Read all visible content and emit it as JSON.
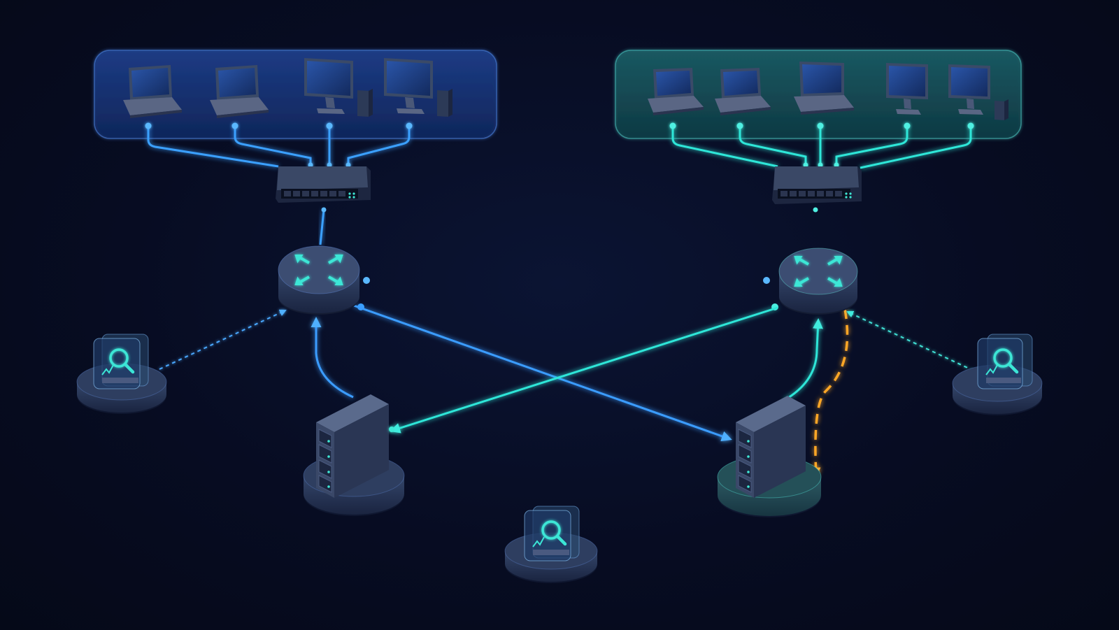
{
  "colors": {
    "background": "#070c22",
    "blue_link": "#3aa0ff",
    "cyan_link": "#2ee6d8",
    "failover_link": "#ffa726",
    "group_left_fill": "#1a3a7a",
    "group_right_fill": "#16565e",
    "device_body": "#2c3a57",
    "screen": "#1b3a7c",
    "accent_icon": "#38e8d2"
  },
  "icons": {
    "router": "router-arrows-icon",
    "switch": "ethernet-switch-icon",
    "server": "server-rack-icon",
    "monitor": "magnifier-analytics-icon",
    "laptop": "laptop-icon",
    "desktop": "desktop-monitor-icon"
  },
  "groups": [
    {
      "id": "lan-left",
      "devices": [
        "laptop",
        "laptop",
        "desktop",
        "desktop"
      ]
    },
    {
      "id": "lan-right",
      "devices": [
        "laptop",
        "laptop",
        "laptop",
        "desktop",
        "desktop"
      ]
    }
  ],
  "nodes": {
    "switches": [
      "switch-left",
      "switch-right"
    ],
    "routers": [
      "router-left",
      "router-right"
    ],
    "servers": [
      "server-left",
      "server-right"
    ],
    "monitors": [
      "monitor-left",
      "monitor-right",
      "monitor-bottom"
    ]
  },
  "links": [
    {
      "from": "router-left",
      "to": "router-right",
      "style": "solid",
      "color": "blue"
    },
    {
      "from": "router-left",
      "to": "router-right",
      "style": "dashed",
      "color": "orange"
    },
    {
      "from": "router-left",
      "to": "server-right",
      "style": "solid",
      "color": "blue"
    },
    {
      "from": "router-right",
      "to": "server-left",
      "style": "solid",
      "color": "cyan"
    },
    {
      "from": "server-left",
      "to": "router-left",
      "style": "solid",
      "color": "blue"
    },
    {
      "from": "server-right",
      "to": "router-right",
      "style": "solid",
      "color": "cyan"
    },
    {
      "from": "router-right",
      "to": "server-right",
      "style": "dashed",
      "color": "orange"
    },
    {
      "from": "monitor-left",
      "to": "router-left",
      "style": "dotted",
      "color": "blue"
    },
    {
      "from": "monitor-right",
      "to": "router-right",
      "style": "dotted",
      "color": "cyan"
    },
    {
      "from": "server-left",
      "to": "server-right",
      "style": "dotted",
      "color": "cyan"
    },
    {
      "from": "monitor-bottom",
      "to": "server-link",
      "style": "dotted",
      "color": "cyan"
    }
  ]
}
